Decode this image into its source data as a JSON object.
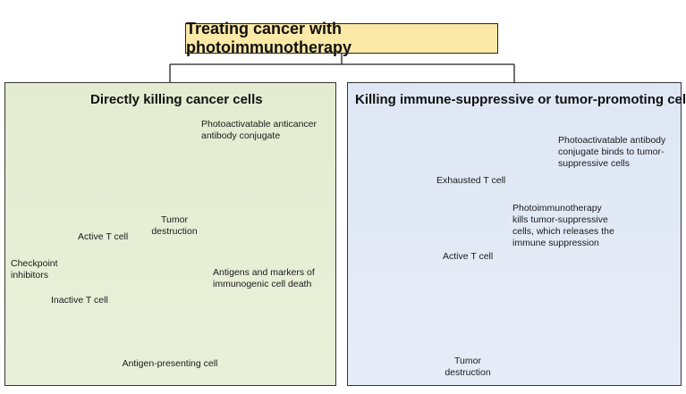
{
  "title": "Treating cancer with photoimmunotherapy",
  "left_panel": {
    "heading": "Directly killing cancer cells",
    "conjugate_label": [
      "Photoactivatable anticancer",
      "antibody conjugate"
    ],
    "tumor_label": [
      "Tumor",
      "destruction"
    ],
    "antigens_label": [
      "Antigens and markers of",
      "immunogenic cell death"
    ],
    "apc_label": "Antigen-presenting cell",
    "inactive_t_label": "Inactive T cell",
    "active_t_label": "Active T cell",
    "checkpoint_label": [
      "Checkpoint",
      "inhibitors"
    ]
  },
  "right_panel": {
    "heading": "Killing immune-suppressive or tumor-promoting cells",
    "exhausted_t_label": "Exhausted T cell",
    "conjugate_label": [
      "Photoactivatable antibody",
      "conjugate binds to tumor-",
      "suppressive cells"
    ],
    "pit_label": [
      "Photoimmunotherapy",
      "kills tumor-suppressive",
      "cells, which releases the",
      "immune suppression"
    ],
    "active_t_label": "Active T cell",
    "tumor_label": [
      "Tumor",
      "destruction"
    ]
  },
  "colors": {
    "title_bg": "#fbe9a7",
    "left_bg": "#e6eed5",
    "right_bg": "#e2e9f6",
    "tumor_dark": "#4a4a50",
    "tumor_red": "#a0503c",
    "t_cell_yellow": "#f3d27a",
    "t_cell_grey": "#c8c8c8",
    "apc": "#6b3a3c",
    "treg": "#5a4a86",
    "antibody_green": "#6aa84f",
    "antibody_red": "#c0504d"
  }
}
